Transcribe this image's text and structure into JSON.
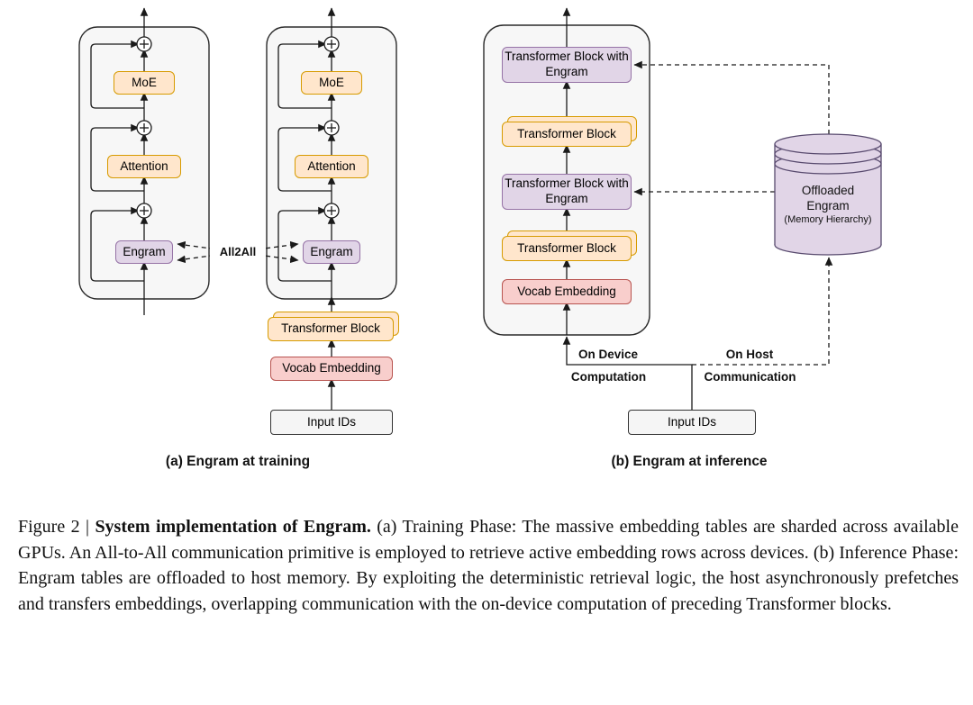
{
  "panel_a": {
    "caption": "(a) Engram at training",
    "all2all": "All2All",
    "col1": {
      "moe": "MoE",
      "attention": "Attention",
      "engram": "Engram"
    },
    "col2": {
      "moe": "MoE",
      "attention": "Attention",
      "engram": "Engram"
    },
    "transformer_block": "Transformer Block",
    "vocab_embedding": "Vocab Embedding",
    "input_ids": "Input IDs"
  },
  "panel_b": {
    "caption": "(b) Engram at inference",
    "blocks": [
      "Transformer Block with Engram",
      "Transformer Block",
      "Transformer Block with Engram",
      "Transformer Block",
      "Vocab Embedding"
    ],
    "input_ids": "Input IDs",
    "labels": {
      "on_device_1": "On Device",
      "on_device_2": "Computation",
      "on_host_1": "On Host",
      "on_host_2": "Communication"
    },
    "cylinder": {
      "line1": "Offloaded",
      "line2": "Engram",
      "line3": "(Memory Hierarchy)"
    }
  },
  "caption": {
    "prefix": "Figure 2 | ",
    "bold": "System implementation of Engram.",
    "body": " (a) Training Phase: The massive embedding tables are sharded across available GPUs. An All-to-All communication primitive is employed to retrieve active embedding rows across devices. (b) Inference Phase: Engram tables are offloaded to host memory. By exploiting the deterministic retrieval logic, the host asynchronously prefetches and transfers embeddings, overlapping communication with the on-device computation of preceding Transformer blocks."
  },
  "colors": {
    "orange_fill": "#ffe6cc",
    "orange_stroke": "#d79b00",
    "purple_fill": "#e1d5e7",
    "purple_stroke": "#9673a6",
    "pink_fill": "#f8cecc",
    "pink_stroke": "#b85450",
    "container_fill": "#f7f7f7",
    "line": "#1a1a1a"
  }
}
